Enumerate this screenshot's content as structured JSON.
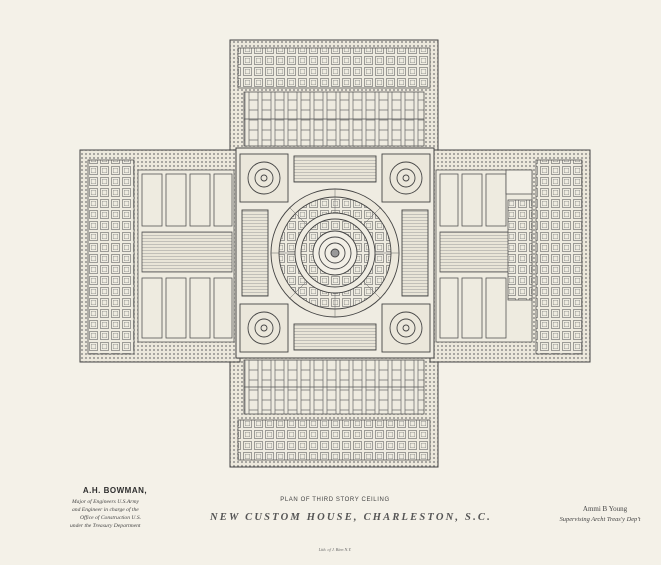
{
  "signature": {
    "name": "A.H. BOWMAN,",
    "line1": "Major of Engineers U.S.Army",
    "line2": "and Engineer in charge of the",
    "line3": "Office of Construction U.S.",
    "line4": "under the Treasury Department"
  },
  "plan_title": "PLAN OF THIRD STORY CEILING",
  "main_title": "NEW CUSTOM HOUSE, CHARLESTON, S.C.",
  "architect": {
    "name": "Ammi B Young",
    "title": "Supervising Archt Treas'y Dep't"
  },
  "lithographer": "Lith. of J. Bien N.Y."
}
